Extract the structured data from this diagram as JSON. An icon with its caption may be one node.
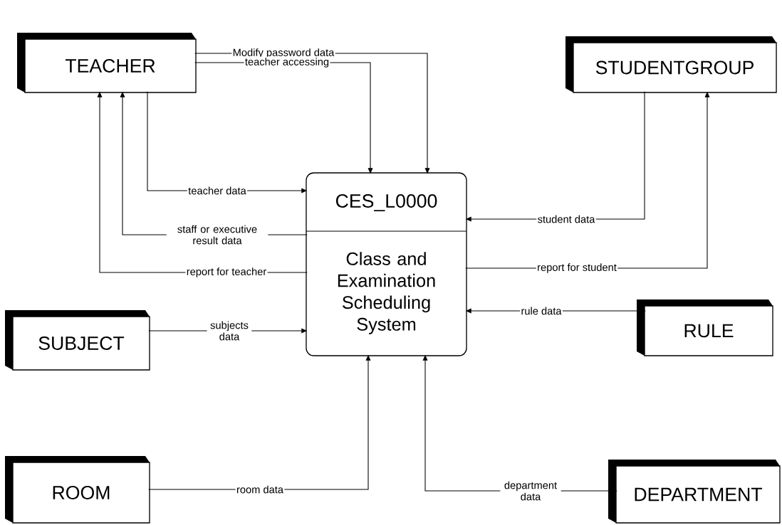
{
  "diagram": {
    "nodes": [
      {
        "text": [
          "TEACHER"
        ]
      },
      {
        "text": [
          "STUDENTGROUP"
        ]
      },
      {
        "text": [
          "CES_L0000",
          "Class and Examination Scheduling System"
        ]
      },
      {
        "text": [
          "SUBJECT"
        ]
      },
      {
        "text": [
          "RULE"
        ]
      },
      {
        "text": [
          "ROOM"
        ]
      },
      {
        "text": [
          "DEPARTMENT"
        ]
      }
    ],
    "edges": [
      {
        "from": 0,
        "to": 2,
        "arrow": "to",
        "label": "Modify password data"
      },
      {
        "from": 0,
        "to": 2,
        "arrow": "to",
        "label": "teacher accessing"
      },
      {
        "from": 0,
        "to": 2,
        "arrow": "to",
        "label": "teacher data"
      },
      {
        "from": 2,
        "to": 0,
        "arrow": "to",
        "label": "staff or executive result data"
      },
      {
        "from": 2,
        "to": 0,
        "arrow": "to",
        "label": "report for teacher"
      },
      {
        "from": 1,
        "to": 2,
        "arrow": "to",
        "label": "student data"
      },
      {
        "from": 2,
        "to": 1,
        "arrow": "to",
        "label": "report for student"
      },
      {
        "from": 4,
        "to": 2,
        "arrow": "to",
        "label": "rule data"
      },
      {
        "from": 3,
        "to": 2,
        "arrow": "to",
        "label": "subjects data"
      },
      {
        "from": 5,
        "to": 2,
        "arrow": "to",
        "label": "room data"
      },
      {
        "from": 6,
        "to": 2,
        "arrow": "to",
        "label": "department data"
      }
    ]
  }
}
